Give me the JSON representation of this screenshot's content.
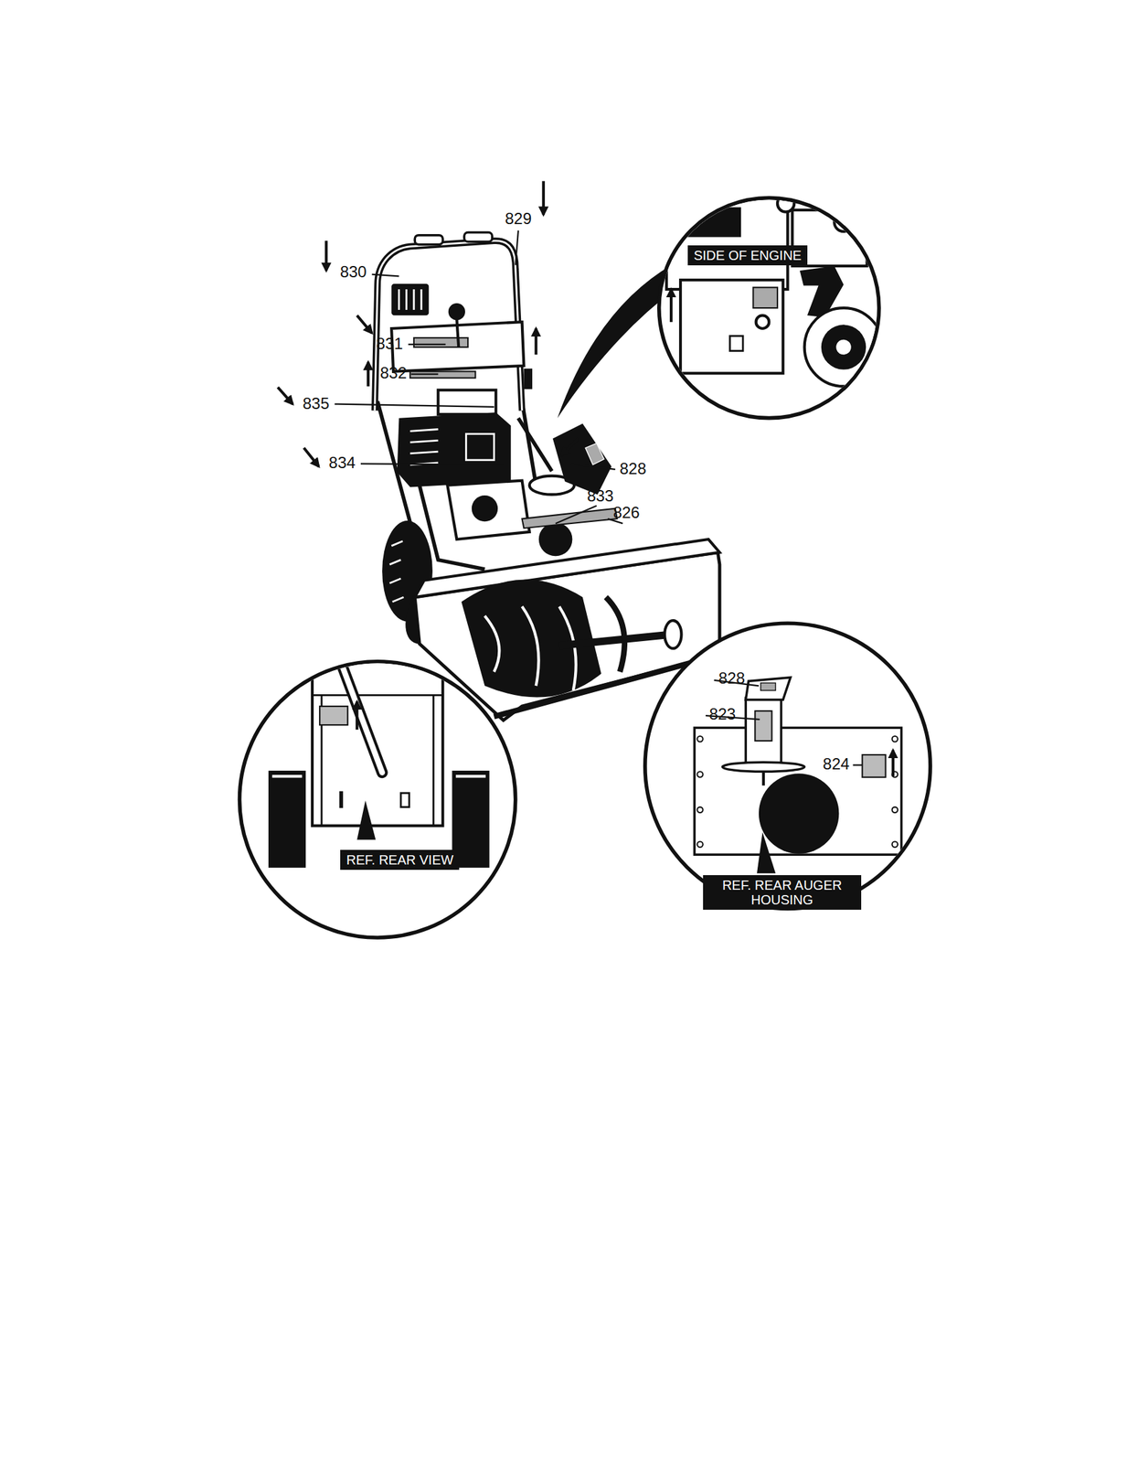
{
  "diagram": {
    "nodes": [
      {
        "text": [
          "SIDE OF ENGINE"
        ]
      },
      {
        "text": [
          "REF. REAR VIEW"
        ]
      },
      {
        "text": [
          "REF. REAR AUGER HOUSING"
        ]
      }
    ],
    "labels": [
      "829",
      "830",
      "831",
      "832",
      "835",
      "834",
      "828",
      "833",
      "826",
      "828",
      "823",
      "824"
    ]
  }
}
